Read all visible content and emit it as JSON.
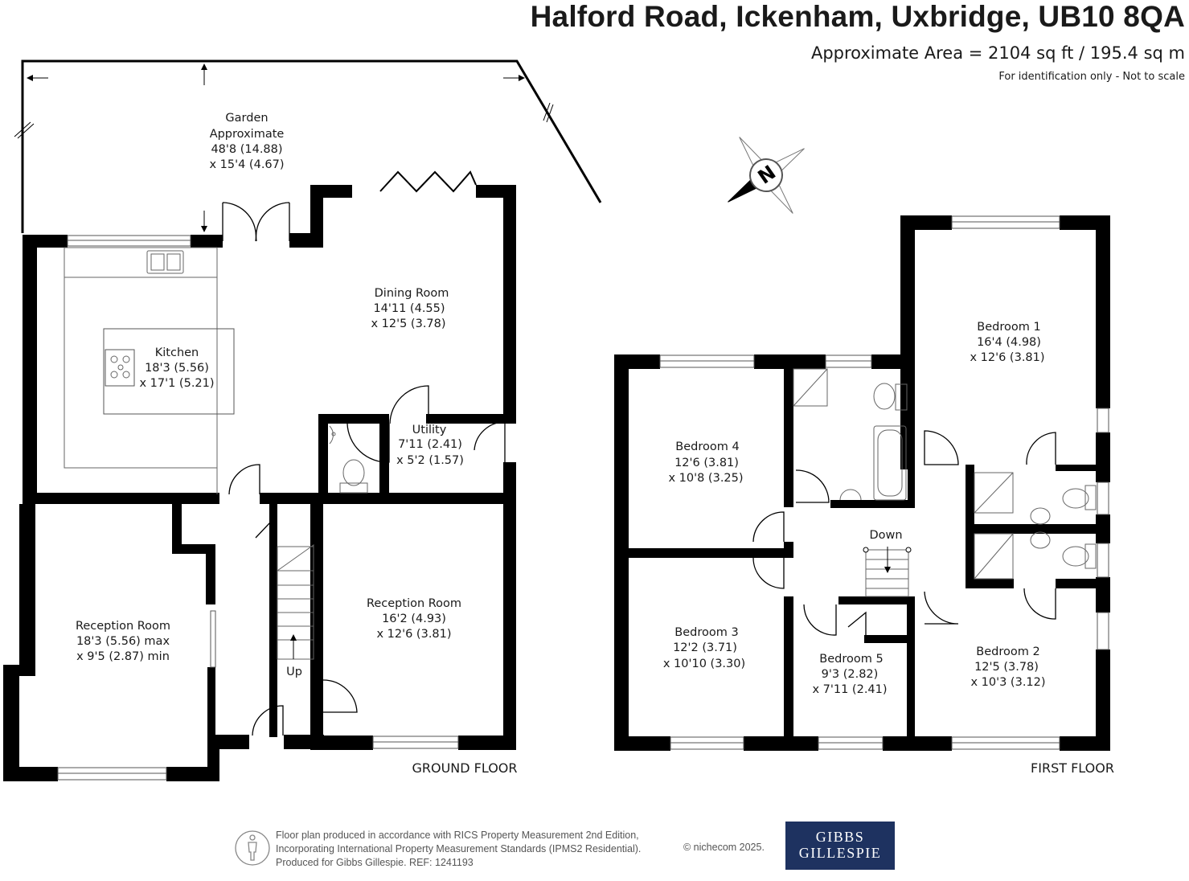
{
  "header": {
    "title": "Halford Road, Ickenham, Uxbridge, UB10 8QA",
    "area": "Approximate Area = 2104 sq ft / 195.4 sq m",
    "note": "For identification only - Not to scale"
  },
  "ground_floor": {
    "label": "GROUND FLOOR",
    "garden": [
      "Garden",
      "Approximate",
      "48'8 (14.88)",
      "x 15'4 (4.67)"
    ],
    "dining": [
      "Dining Room",
      "14'11 (4.55)",
      "x 12'5 (3.78)"
    ],
    "kitchen": [
      "Kitchen",
      "18'3 (5.56)",
      "x 17'1 (5.21)"
    ],
    "utility": [
      "Utility",
      "7'11 (2.41)",
      "x 5'2 (1.57)"
    ],
    "reception_left": [
      "Reception Room",
      "18'3 (5.56) max",
      "x 9'5 (2.87) min"
    ],
    "reception_right": [
      "Reception Room",
      "16'2 (4.93)",
      "x 12'6 (3.81)"
    ],
    "stairs": "Up"
  },
  "first_floor": {
    "label": "FIRST FLOOR",
    "bedroom1": [
      "Bedroom 1",
      "16'4 (4.98)",
      "x 12'6 (3.81)"
    ],
    "bedroom2": [
      "Bedroom 2",
      "12'5 (3.78)",
      "x 10'3 (3.12)"
    ],
    "bedroom3": [
      "Bedroom 3",
      "12'2 (3.71)",
      "x 10'10 (3.30)"
    ],
    "bedroom4": [
      "Bedroom 4",
      "12'6 (3.81)",
      "x 10'8 (3.25)"
    ],
    "bedroom5": [
      "Bedroom 5",
      "9'3 (2.82)",
      "x 7'11 (2.41)"
    ],
    "stairs": "Down"
  },
  "compass": {
    "letter": "N"
  },
  "footer": {
    "lines": [
      "Floor plan produced in accordance with RICS Property Measurement 2nd Edition,",
      "Incorporating International Property Measurement Standards (IPMS2 Residential).",
      "Produced for Gibbs Gillespie.   REF:  1241193"
    ],
    "copyright": "© nichecom 2025."
  },
  "logo": {
    "line1": "GIBBS",
    "line2": "GILLESPIE",
    "color": "#1e3260"
  },
  "colors": {
    "wall": "#000000",
    "text": "#1a1a1a",
    "fixture": "#666666"
  }
}
